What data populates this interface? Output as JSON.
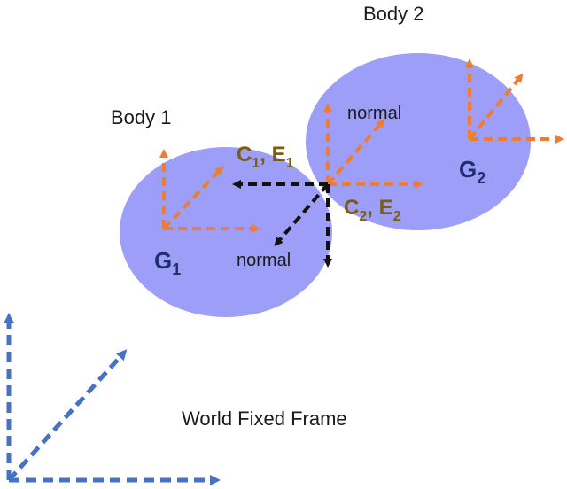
{
  "colors": {
    "body_fill": "#9d9ef8",
    "orange": "#ee7d31",
    "blue": "#4472c4",
    "black": "#111111",
    "olive": "#7a5c14",
    "navy": "#1f2f6e"
  },
  "labels": {
    "body1": "Body 1",
    "body2": "Body 2",
    "world_frame": "World Fixed Frame",
    "normal_top": "normal",
    "normal_bottom": "normal",
    "c1": "C",
    "c1_sub": "1",
    "c1_sep": ", E",
    "e1_sub": "1",
    "c2": "C",
    "c2_sub": "2",
    "c2_sep": ", E",
    "e2_sub": "2",
    "g1": "G",
    "g1_sub": "1",
    "g2": "G",
    "g2_sub": "2"
  }
}
